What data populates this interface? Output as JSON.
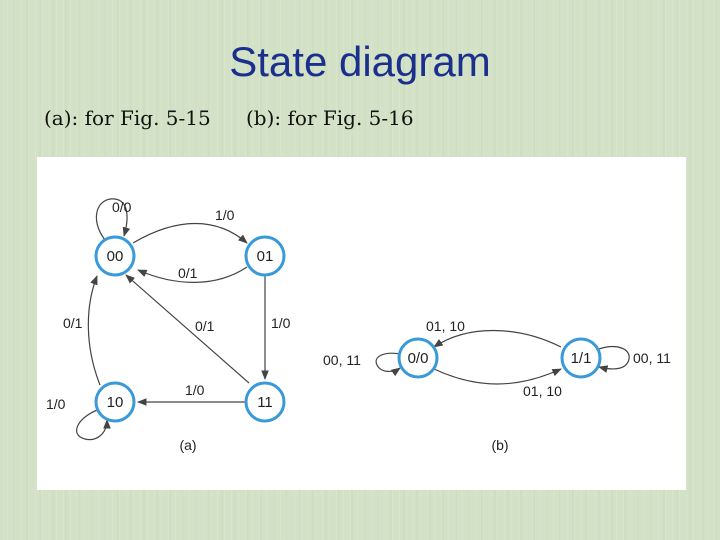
{
  "slide": {
    "title": "State diagram",
    "subtitle_a": "(a): for Fig. 5-15",
    "subtitle_b": "(b): for Fig. 5-16"
  },
  "diagram_a": {
    "caption": "(a)",
    "states": {
      "s00": "00",
      "s01": "01",
      "s10": "10",
      "s11": "11"
    },
    "transitions": {
      "self_00": "0/0",
      "t00_01": "1/0",
      "t01_00": "0/1",
      "t01_11": "1/0",
      "t11_00": "0/1",
      "t11_10": "1/0",
      "t10_00": "0/1",
      "self_10": "1/0"
    }
  },
  "diagram_b": {
    "caption": "(b)",
    "states": {
      "left": "0/0",
      "right": "1/1"
    },
    "transitions": {
      "self_left": "00, 11",
      "right_to_left": "01, 10",
      "left_to_right": "01, 10",
      "self_right": "00, 11"
    }
  },
  "colors": {
    "node_stroke": "#3a9ad9",
    "title": "#1b2f8c",
    "background": "#d3e2c6"
  }
}
